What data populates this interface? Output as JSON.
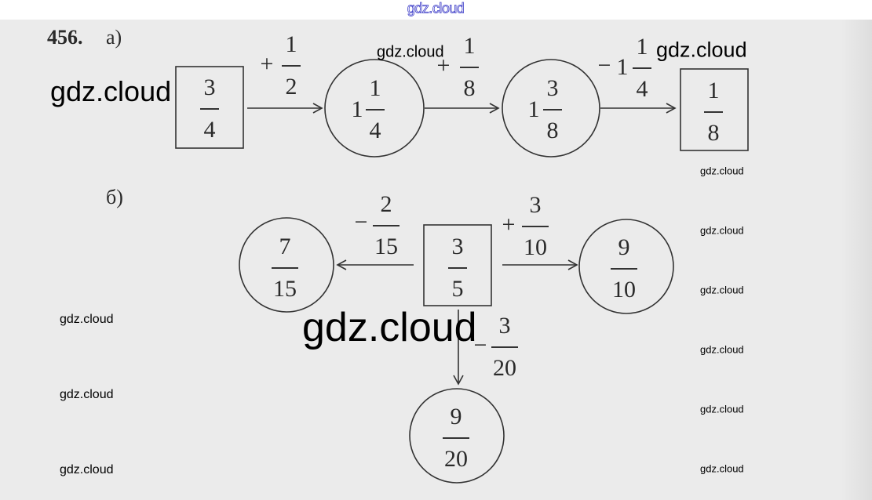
{
  "site_watermark": "gdz.cloud",
  "exercise": {
    "number": "456.",
    "part_a_label": "а)",
    "part_b_label": "б)"
  },
  "part_a": {
    "start": {
      "num": "3",
      "den": "4"
    },
    "op1": {
      "sign": "+",
      "num": "1",
      "den": "2"
    },
    "node1": {
      "whole": "1",
      "num": "1",
      "den": "4"
    },
    "op2": {
      "sign": "+",
      "num": "1",
      "den": "8"
    },
    "node2": {
      "whole": "1",
      "num": "3",
      "den": "8"
    },
    "op3": {
      "sign": "−",
      "whole": "1",
      "num": "1",
      "den": "4"
    },
    "end": {
      "num": "1",
      "den": "8"
    }
  },
  "part_b": {
    "center": {
      "num": "3",
      "den": "5"
    },
    "op_left": {
      "sign": "−",
      "num": "2",
      "den": "15"
    },
    "left": {
      "num": "7",
      "den": "15"
    },
    "op_right": {
      "sign": "+",
      "num": "3",
      "den": "10"
    },
    "right": {
      "num": "9",
      "den": "10"
    },
    "op_down": {
      "sign": "−",
      "num": "3",
      "den": "20"
    },
    "down": {
      "num": "9",
      "den": "20"
    }
  },
  "watermarks": [
    "gdz.cloud",
    "gdz.cloud",
    "gdz.cloud",
    "gdz.cloud",
    "gdz.cloud",
    "gdz.cloud",
    "gdz.cloud",
    "gdz.cloud",
    "gdz.cloud",
    "gdz.cloud",
    "gdz.cloud",
    "gdz.cloud",
    "gdz.cloud"
  ]
}
